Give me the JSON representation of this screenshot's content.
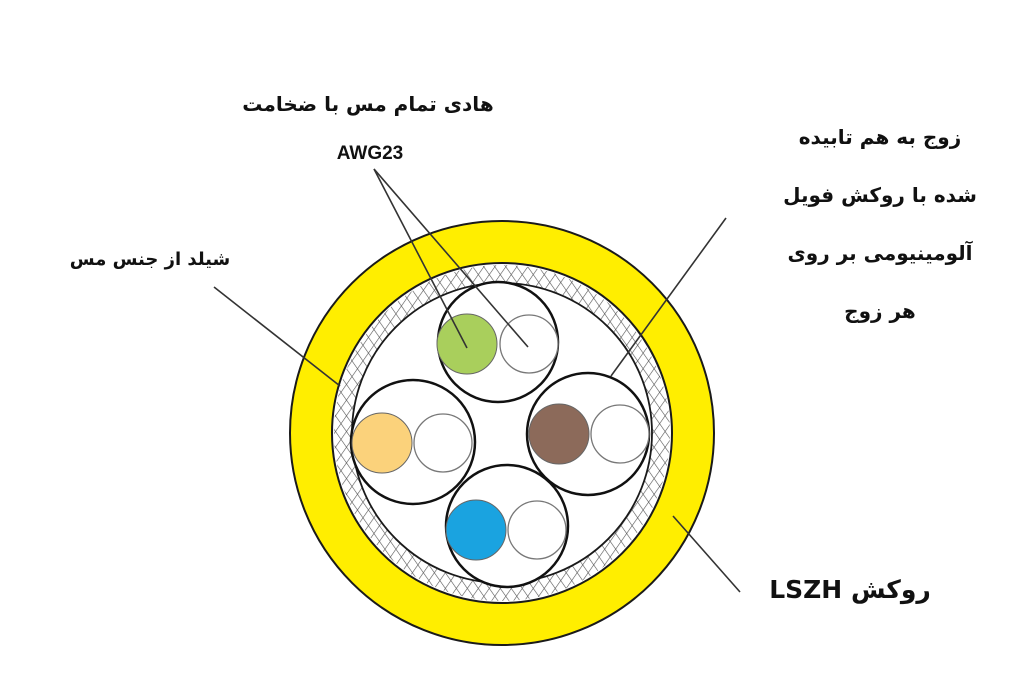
{
  "diagram": {
    "title": "Cable cross-section (LSZH, shielded twisted pairs)",
    "labels": {
      "conductor_line1": "هادی تمام مس با ضخامت",
      "conductor_line2": "AWG23",
      "shield": "شیلد از جنس مس",
      "pair_line1": "زوج به هم تابیده",
      "pair_line2": "شده با روکش فویل",
      "pair_line3": "آلومینیومی بر روی",
      "pair_line4": "هر زوج",
      "jacket": "روکش LSZH"
    },
    "colors": {
      "jacket": "#ffee00",
      "outline": "#1a1a1a",
      "shield_hatch": "#555555",
      "pair_green": "#a9cf5c",
      "pair_orange": "#fbd27b",
      "pair_brown": "#8c6a5a",
      "pair_blue": "#1aa3e0",
      "white_wire": "#ffffff"
    },
    "pairs": [
      {
        "name": "green",
        "position": "top"
      },
      {
        "name": "orange",
        "position": "left"
      },
      {
        "name": "brown",
        "position": "right"
      },
      {
        "name": "blue",
        "position": "bottom"
      }
    ]
  }
}
